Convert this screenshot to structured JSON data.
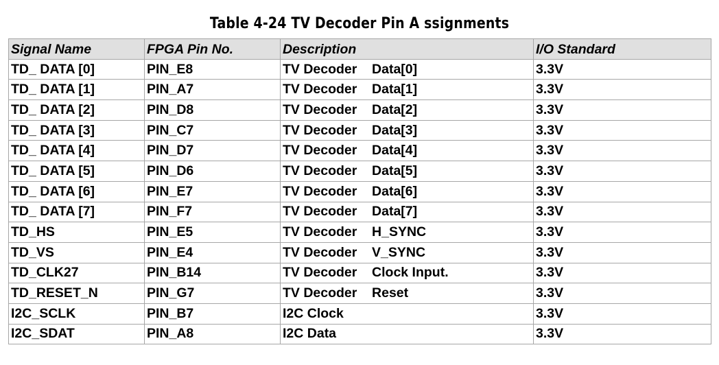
{
  "caption": "Table 4-24    TV  Decoder  Pin A ssignments",
  "columns": [
    "Signal Name",
    "FPGA Pin No.",
    "Description",
    "I/O Standard"
  ],
  "rows": [
    [
      "TD_ DATA [0]",
      "PIN_E8",
      "TV Decoder    Data[0]",
      "3.3V"
    ],
    [
      "TD_ DATA [1]",
      "PIN_A7",
      "TV Decoder    Data[1]",
      "3.3V"
    ],
    [
      "TD_ DATA [2]",
      "PIN_D8",
      "TV Decoder    Data[2]",
      "3.3V"
    ],
    [
      "TD_ DATA [3]",
      "PIN_C7",
      "TV Decoder    Data[3]",
      "3.3V"
    ],
    [
      "TD_ DATA [4]",
      "PIN_D7",
      "TV Decoder    Data[4]",
      "3.3V"
    ],
    [
      "TD_ DATA [5]",
      "PIN_D6",
      "TV Decoder    Data[5]",
      "3.3V"
    ],
    [
      "TD_ DATA [6]",
      "PIN_E7",
      "TV Decoder    Data[6]",
      "3.3V"
    ],
    [
      "TD_ DATA [7]",
      "PIN_F7",
      "TV Decoder    Data[7]",
      "3.3V"
    ],
    [
      "TD_HS",
      "PIN_E5",
      "TV Decoder    H_SYNC",
      "3.3V"
    ],
    [
      "TD_VS",
      "PIN_E4",
      "TV Decoder    V_SYNC",
      "3.3V"
    ],
    [
      "TD_CLK27",
      "PIN_B14",
      "TV Decoder    Clock Input.",
      "3.3V"
    ],
    [
      "TD_RESET_N",
      "PIN_G7",
      "TV Decoder    Reset",
      "3.3V"
    ],
    [
      "I2C_SCLK",
      "PIN_B7",
      "I2C Clock",
      "3.3V"
    ],
    [
      "I2C_SDAT",
      "PIN_A8",
      "I2C Data",
      "3.3V"
    ]
  ]
}
